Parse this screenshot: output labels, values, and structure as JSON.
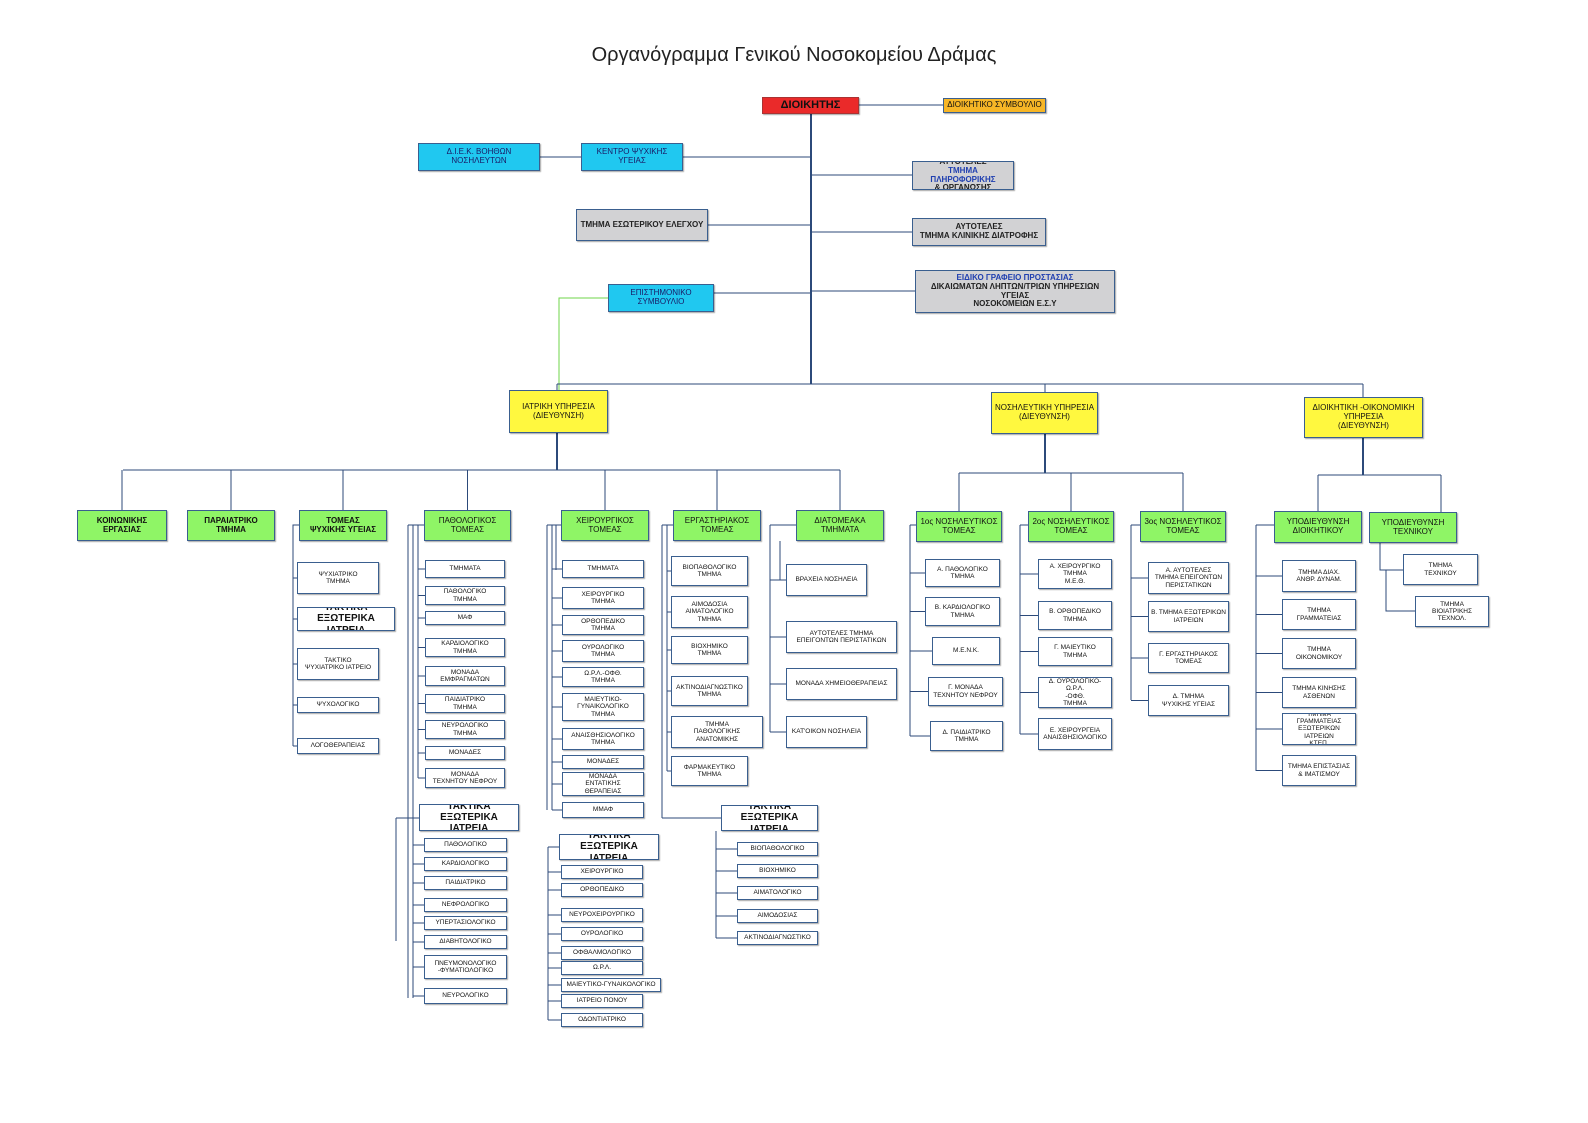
{
  "title": "Οργανόγραμμα Γενικού Νοσοκομείου Δράμας",
  "colors": {
    "line": "#2c4a7a",
    "line_green": "#6fd54a",
    "director": "#ea2a2a",
    "board": "#f7b626",
    "cyan": "#20c8f0",
    "grey": "#d2d2d4",
    "yellow": "#fff83f",
    "green": "#8ff566"
  },
  "top": {
    "director": "ΔΙΟΙΚΗΤΗΣ",
    "board": "ΔΙΟΙΚΗΤΙΚΟ ΣΥΜΒΟΥΛΙΟ",
    "iek": "Δ.Ι.Ε.Κ. ΒΟΗΘΩΝ ΝΟΣΗΛΕΥΤΩΝ",
    "mental_center": "ΚΕΝΤΡΟ ΨΥΧΙΚΗΣ ΥΓΕΙΑΣ",
    "internal_audit": "ΤΜΗΜΑ ΕΣΩΤΕΡΙΚΟΥ ΕΛΕΓΧΟΥ",
    "scientific_council": "ΕΠΙΣΤΗΜΟΝΙΚΟ\nΣΥΜΒΟΥΛΙΟ",
    "informatics_a": "ΑΥΤΟΤΕΛΕΣ",
    "informatics_b": "ΤΜΗΜΑ ΠΛΗΡΟΦΟΡΙΚΗΣ",
    "informatics_c": "& ΟΡΓΑΝΩΣΗΣ",
    "nutrition": "ΑΥΤΟΤΕΛΕΣ\nΤΜΗΜΑ ΚΛΙΝΙΚΗΣ ΔΙΑΤΡΟΦΗΣ",
    "rights_a": "ΕΙΔΙΚΟ ΓΡΑΦΕΙΟ ΠΡΟΣΤΑΣΙΑΣ",
    "rights_b": "ΔΙΚΑΙΩΜΑΤΩΝ ΛΗΠΤΩΝ/ΤΡΙΩΝ ΥΠΗΡΕΣΙΩΝ ΥΓΕΙΑΣ\nΝΟΣΟΚΟΜΕΙΩΝ Ε.Σ.Υ"
  },
  "services": {
    "medical": "ΙΑΤΡΙΚΗ ΥΠΗΡΕΣΙΑ\n(ΔΙΕΥΘΥΝΣΗ)",
    "nursing": "ΝΟΣΗΛΕΥΤΙΚΗ ΥΠΗΡΕΣΙΑ\n(ΔΙΕΥΘΥΝΣΗ)",
    "admin": "ΔΙΟΙΚΗΤΙΚΗ -ΟΙΚΟΝΟΜΙΚΗ\nΥΠΗΡΕΣΙΑ\n(ΔΙΕΥΘΥΝΣΗ)"
  },
  "medical_sectors": {
    "social": "ΚΟΙΝΩΝΙΚΗΣ ΕΡΓΑΣΙΑΣ",
    "paediatric": "ΠΑΡΑΙΑΤΡΙΚΟ ΤΜΗΜΑ",
    "mental": "ΤΟΜΕΑΣ\nΨΥΧΙΚΗΣ ΥΓΕΙΑΣ",
    "pathology": "ΠΑΘΟΛΟΓΙΚΟΣ\nΤΟΜΕΑΣ",
    "surgical": "ΧΕΙΡΟΥΡΓΙΚΟΣ\nΤΟΜΕΑΣ",
    "lab": "ΕΡΓΑΣΤΗΡΙΑΚΟΣ\nΤΟΜΕΑΣ",
    "interdept": "ΔΙΑΤΟΜΕΑΚΑ\nΤΜΗΜΑΤΑ"
  },
  "mental_items": [
    "ΨΥΧΙΑΤΡΙΚΟ\nΤΜΗΜΑ",
    "ΤΑΚΤΙΚΑ ΕΞΩΤΕΡΙΚΑ\nΙΑΤΡΕΙΑ",
    "ΤΑΚΤΙΚΟ\nΨΥΧΙΑΤΡΙΚΟ ΙΑΤΡΕΙΟ",
    "ΨΥΧΟΛΟΓΙΚΟ",
    "ΛΟΓΟΘΕΡΑΠΕΙΑΣ"
  ],
  "pathology_items": [
    "ΤΜΗΜΑΤΑ",
    "ΠΑΘΟΛΟΓΙΚΟ\nΤΜΗΜΑ",
    "ΜΑΦ",
    "ΚΑΡΔΙΟΛΟΓΙΚΟ\nΤΜΗΜΑ",
    "ΜΟΝΑΔΑ\nΕΜΦΡΑΓΜΑΤΩΝ",
    "ΠΑΙΔΙΑΤΡΙΚΟ\nΤΜΗΜΑ",
    "ΝΕΥΡΟΛΟΓΙΚΟ\nΤΜΗΜΑ",
    "ΜΟΝΑΔΕΣ",
    "ΜΟΝΑΔΑ\nΤΕΧΝΗΤΟΥ ΝΕΦΡΟΥ"
  ],
  "pathology_clinics_header": "ΤΑΚΤΙΚΑ ΕΞΩΤΕΡΙΚΑ\nΙΑΤΡΕΙΑ",
  "pathology_clinics": [
    "ΠΑΘΟΛΟΓΙΚΟ",
    "ΚΑΡΔΙΟΛΟΓΙΚΟ",
    "ΠΑΙΔΙΑΤΡΙΚΟ",
    "ΝΕΦΡΟΛΟΓΙΚΟ",
    "ΥΠΕΡΤΑΣΙΟΛΟΓΙΚΟ",
    "ΔΙΑΒΗΤΟΛΟΓΙΚΟ",
    "ΠΝΕΥΜΟΝΟΛΟΓΙΚΟ\n-ΦΥΜΑΤΙΟΛΟΓΙΚΟ",
    "ΝΕΥΡΟΛΟΓΙΚΟ"
  ],
  "surgical_items": [
    "ΤΜΗΜΑΤΑ",
    "ΧΕΙΡΟΥΡΓΙΚΟ\nΤΜΗΜΑ",
    "ΟΡΘΟΠΕΔΙΚΟ\nΤΜΗΜΑ",
    "ΟΥΡΟΛΟΓΙΚΟ\nΤΜΗΜΑ",
    "Ω.Ρ.Λ.-ΟΦΘ.\nΤΜΗΜΑ",
    "ΜΑΙΕΥΤΙΚΟ-\nΓΥΝΑΙΚΟΛΟΓΙΚΟ\nΤΜΗΜΑ",
    "ΑΝΑΙΣΘΗΣΙΟΛΟΓΙΚΟ\nΤΜΗΜΑ",
    "ΜΟΝΑΔΕΣ",
    "ΜΟΝΑΔΑ\nΕΝΤΑΤΙΚΗΣ\nΘΕΡΑΠΕΙΑΣ",
    "ΜΜΑΦ"
  ],
  "surgical_clinics_header": "ΤΑΚΤΙΚΑ ΕΞΩΤΕΡΙΚΑ\nΙΑΤΡΕΙΑ",
  "surgical_clinics": [
    "ΧΕΙΡΟΥΡΓΙΚΟ",
    "ΟΡΘΟΠΕΔΙΚΟ",
    "ΝΕΥΡΟΧΕΙΡΟΥΡΓΙΚΟ",
    "ΟΥΡΟΛΟΓΙΚΟ",
    "ΟΦΘΑΛΜΟΛΟΓΙΚΟ",
    "Ω.Ρ.Λ.",
    "ΜΑΙΕΥΤΙΚΟ-ΓΥΝΑΙΚΟΛΟΓΙΚΟ",
    "ΙΑΤΡΕΙΟ ΠΟΝΟΥ",
    "ΟΔΟΝΤΙΑΤΡΙΚΟ"
  ],
  "lab_items": [
    "ΒΙΟΠΑΘΟΛΟΓΙΚΟ\nΤΜΗΜΑ",
    "ΑΙΜΟΔΟΣΙΑ\nΑΙΜΑΤΟΛΟΓΙΚΟ\nΤΜΗΜΑ",
    "ΒΙΟΧΗΜΙΚΟ\nΤΜΗΜΑ",
    "ΑΚΤΙΝΟΔΙΑΓΝΩΣΤΙΚΟ\nΤΜΗΜΑ",
    "ΤΜΗΜΑ\nΠΑΘΟΛΟΓΙΚΗΣ ΑΝΑΤΟΜΙΚΗΣ",
    "ΦΑΡΜΑΚΕΥΤΙΚΟ\nΤΜΗΜΑ"
  ],
  "lab_clinics_header": "ΤΑΚΤΙΚΑ ΕΞΩΤΕΡΙΚΑ\nΙΑΤΡΕΙΑ",
  "lab_clinics": [
    "ΒΙΟΠΑΘΟΛΟΓΙΚΟ",
    "ΒΙΟΧΗΜΙΚΟ",
    "ΑΙΜΑΤΟΛΟΓΙΚΟ",
    "ΑΙΜΟΔΟΣΙΑΣ",
    "ΑΚΤΙΝΟΔΙΑΓΝΩΣΤΙΚΟ"
  ],
  "interdept_items": [
    "ΒΡΑΧΕΙΑ ΝΟΣΗΛΕΙΑ",
    "ΑΥΤΟΤΕΛΕΣ ΤΜΗΜΑ\nΕΠΕΙΓΟΝΤΩΝ ΠΕΡΙΣΤΑΤΙΚΩΝ",
    "ΜΟΝΑΔΑ ΧΗΜΕΙΟΘΕΡΑΠΕΙΑΣ",
    "ΚΑΤ'ΟΙΚΟΝ ΝΟΣΗΛΕΙΑ"
  ],
  "nursing_sectors": [
    "1ος ΝΟΣΗΛΕΥΤΙΚΟΣ\nΤΟΜΕΑΣ",
    "2ος ΝΟΣΗΛΕΥΤΙΚΟΣ\nΤΟΜΕΑΣ",
    "3ος ΝΟΣΗΛΕΥΤΙΚΟΣ\nΤΟΜΕΑΣ"
  ],
  "nursing1_items": [
    "Α. ΠΑΘΟΛΟΓΙΚΟ\nΤΜΗΜΑ",
    "Β. ΚΑΡΔΙΟΛΟΓΙΚΟ\nΤΜΗΜΑ",
    "Μ.Ε.Ν.Κ.",
    "Γ. ΜΟΝΑΔΑ\nΤΕΧΝΗΤΟΥ ΝΕΦΡΟΥ",
    "Δ. ΠΑΙΔΙΑΤΡΙΚΟ\nΤΜΗΜΑ"
  ],
  "nursing2_items": [
    "Α. ΧΕΙΡΟΥΡΓΙΚΟ\nΤΜΗΜΑ\nΜ.Ε.Θ.",
    "Β. ΟΡΘΟΠΕΔΙΚΟ\nΤΜΗΜΑ",
    "Γ. ΜΑΙΕΥΤΙΚΟ\nΤΜΗΜΑ",
    "Δ. ΟΥΡΟΛΟΓΙΚΟ-Ω.Ρ.Λ.\n-ΟΦΘ.\nΤΜΗΜΑ",
    "Ε. ΧΕΙΡΟΥΡΓΕΙΑ\nΑΝΑΙΣΘΗΣΙΟΛΟΓΙΚΟ"
  ],
  "nursing3_items": [
    "Α. ΑΥΤΟΤΕΛΕΣ\nΤΜΗΜΑ ΕΠΕΙΓΟΝΤΩΝ\nΠΕΡΙΣΤΑΤΙΚΩΝ",
    "Β. ΤΜΗΜΑ ΕΞΩΤΕΡΙΚΩΝ\nΙΑΤΡΕΙΩΝ",
    "Γ. ΕΡΓΑΣΤΗΡΙΑΚΟΣ\nΤΟΜΕΑΣ",
    "Δ. ΤΜΗΜΑ\nΨΥΧΙΚΗΣ ΥΓΕΙΑΣ"
  ],
  "admin_subs": [
    "ΥΠΟΔΙΕΥΘΥΝΣΗ\nΔΙΟΙΚΗΤΙΚΟΥ",
    "ΥΠΟΔΙΕΥΘΥΝΣΗ\nΤΕΧΝΙΚΟΥ"
  ],
  "admin1_items": [
    "ΤΜΗΜΑ ΔΙΑΧ.\nΑΝΘΡ. ΔΥΝΑΜ.",
    "ΤΜΗΜΑ\nΓΡΑΜΜΑΤΕΙΑΣ",
    "ΤΜΗΜΑ\nΟΙΚΟΝΟΜΙΚΟΥ",
    "ΤΜΗΜΑ ΚΙΝΗΣΗΣ\nΑΣΘΕΝΩΝ",
    "ΤΜΗΜΑ ΓΡΑΜΜΑΤΕΙΑΣ\nΕΞΩΤΕΡΙΚΩΝ ΙΑΤΡΕΙΩΝ\nΚΤΕΠ.",
    "ΤΜΗΜΑ ΕΠΙΣΤΑΣΙΑΣ\n& ΙΜΑΤΙΣΜΟΥ"
  ],
  "admin2_items": [
    "ΤΜΗΜΑ\nΤΕΧΝΙΚΟΥ",
    "ΤΜΗΜΑ\nΒΙΟΙΑΤΡΙΚΗΣ ΤΕΧΝΟΛ."
  ]
}
